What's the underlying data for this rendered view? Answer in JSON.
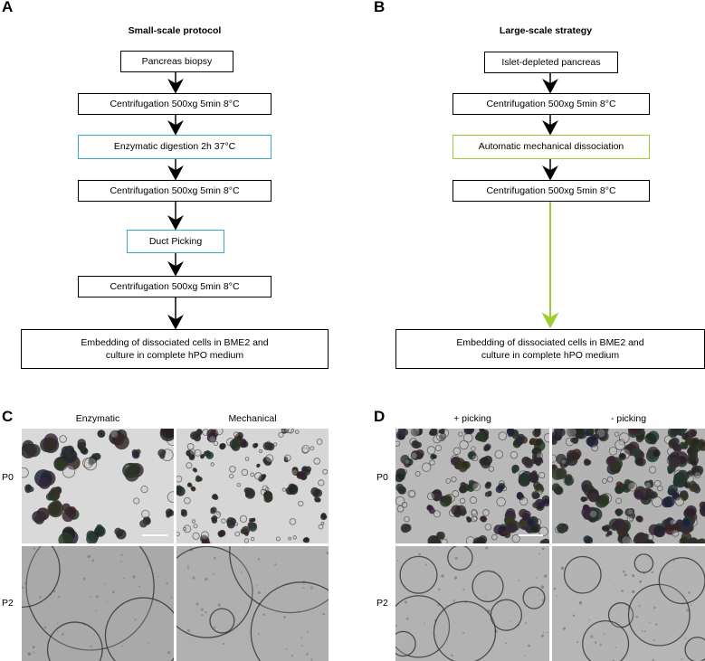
{
  "panels": {
    "A": {
      "letter": "A",
      "title": "Small-scale protocol",
      "steps": [
        "Pancreas biopsy",
        "Centrifugation 500xg 5min 8°C",
        "Enzymatic digestion 2h 37°C",
        "Centrifugation 500xg 5min 8°C",
        "Duct Picking",
        "Centrifugation 500xg 5min 8°C"
      ],
      "final_line1": "Embedding of dissociated cells in BME2 and",
      "final_line2": "culture in complete hPO medium"
    },
    "B": {
      "letter": "B",
      "title": "Large-scale strategy",
      "steps": [
        "Islet-depleted pancreas",
        "Centrifugation 500xg 5min 8°C",
        "Automatic mechanical dissociation",
        "Centrifugation 500xg 5min 8°C"
      ],
      "final_line1": "Embedding of dissociated cells in BME2 and",
      "final_line2": "culture in complete hPO medium"
    },
    "C": {
      "letter": "C",
      "columns": [
        "Enzymatic",
        "Mechanical"
      ],
      "rows": [
        "P0",
        "P2"
      ]
    },
    "D": {
      "letter": "D",
      "columns": [
        "+ picking",
        "- picking"
      ],
      "rows": [
        "P0",
        "P2"
      ]
    }
  },
  "colors": {
    "blue_box": "#3aa8c9",
    "green_box": "#9ccc2f",
    "green_arrow": "#9ccc2f"
  }
}
